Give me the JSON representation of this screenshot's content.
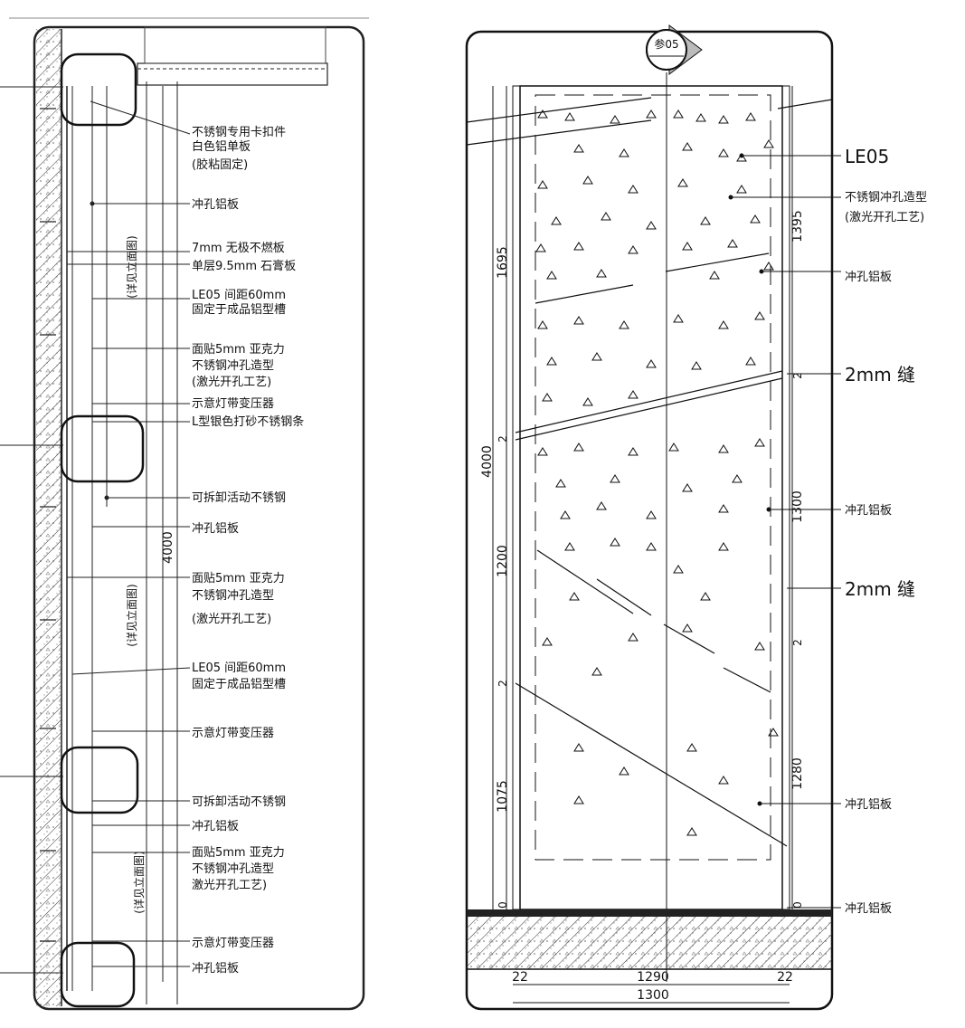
{
  "left_section": {
    "labels": [
      "不锈钢专用卡扣件",
      "白色铝单板",
      "(胶粘固定)",
      "冲孔铝板",
      "7mm 无极不燃板",
      "单层9.5mm 石膏板",
      "LE05 间距60mm",
      "固定于成品铝型槽",
      "面贴5mm 亚克力",
      "不锈钢冲孔造型",
      "(激光开孔工艺)",
      "示意灯带变压器",
      "L型银色打砂不锈钢条",
      "可拆卸活动不锈钢",
      "冲孔铝板",
      "面贴5mm 亚克力",
      "不锈钢冲孔造型",
      "(激光开孔工艺)",
      "LE05 间距60mm",
      "固定于成品铝型槽",
      "示意灯带变压器",
      "可拆卸活动不锈钢",
      "冲孔铝板",
      "面贴5mm 亚克力",
      "不锈钢冲孔造型",
      "激光开孔工艺)",
      "示意灯带变压器",
      "冲孔铝板"
    ],
    "vertical_notes": [
      "(详见立面图)",
      "(详见立面图)",
      "(详见立面图)"
    ],
    "dimension": "4000"
  },
  "right_elevation": {
    "tag": "参05",
    "labels": [
      "LE05",
      "不锈钢冲孔造型",
      "(激光开孔工艺)",
      "冲孔铝板",
      "2mm 缝",
      "冲孔铝板",
      "2mm 缝",
      "冲孔铝板",
      "冲孔铝板"
    ],
    "left_dims": [
      "1695",
      "4000",
      "1200",
      "1075"
    ],
    "right_dims": [
      "1395",
      "1300",
      "1280"
    ],
    "small_marks": [
      "2",
      "2",
      "2",
      "2",
      "0",
      "0"
    ],
    "bottom_dims": [
      "22",
      "1290",
      "22",
      "1300"
    ]
  }
}
